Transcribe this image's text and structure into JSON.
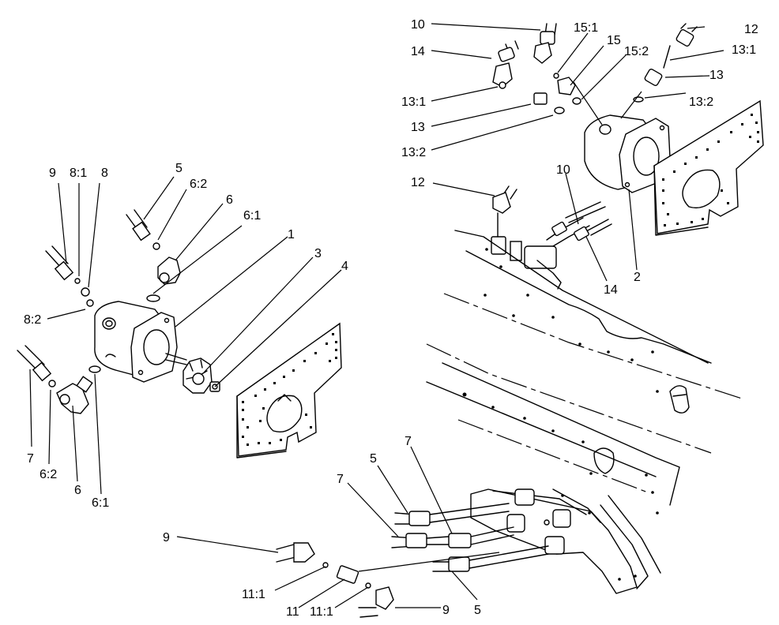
{
  "callouts": {
    "c1": "1",
    "c2": "2",
    "c3": "3",
    "c4": "4",
    "c5a": "5",
    "c5b": "5",
    "c5c": "5",
    "c6a": "6",
    "c6b": "6",
    "c6_1a": "6:1",
    "c6_1b": "6:1",
    "c6_2a": "6:2",
    "c6_2b": "6:2",
    "c7a": "7",
    "c7b": "7",
    "c7c": "7",
    "c8": "8",
    "c8_1": "8:1",
    "c8_2": "8:2",
    "c9a": "9",
    "c9b": "9",
    "c9c": "9",
    "c10a": "10",
    "c10b": "10",
    "c11": "11",
    "c11_1a": "11:1",
    "c11_1b": "11:1",
    "c12a": "12",
    "c12b": "12",
    "c13a": "13",
    "c13b": "13",
    "c13_1a": "13:1",
    "c13_1b": "13:1",
    "c13_2a": "13:2",
    "c13_2b": "13:2",
    "c14a": "14",
    "c14b": "14",
    "c15": "15",
    "c15_1": "15:1",
    "c15_2": "15:2"
  }
}
